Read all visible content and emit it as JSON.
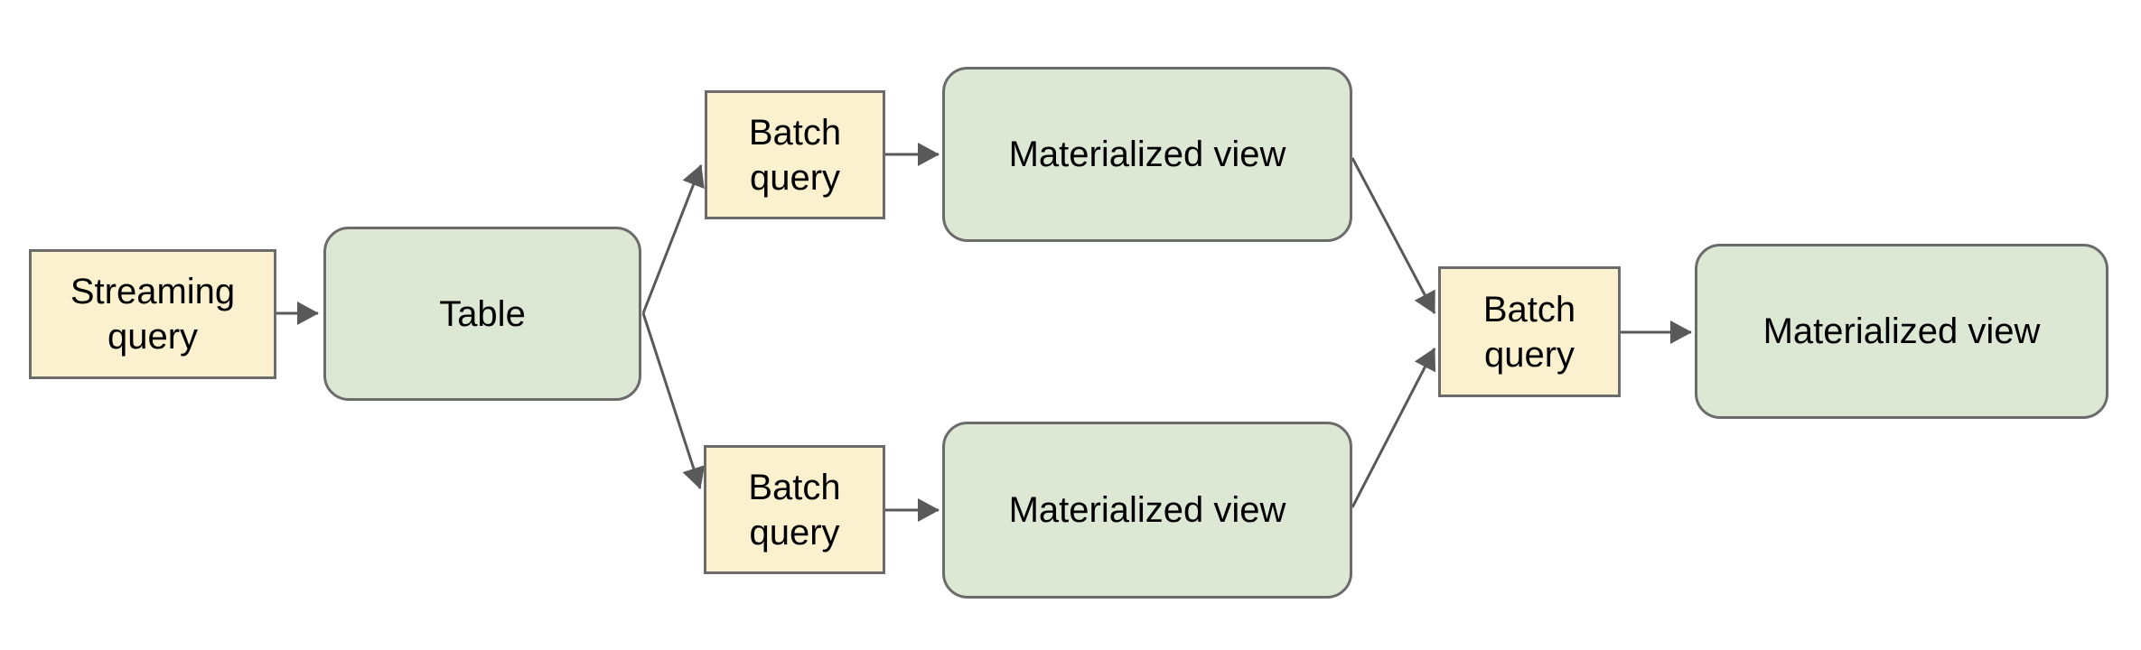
{
  "diagram": {
    "background_color": "#ffffff",
    "styles": {
      "query_fill": "#fbf1cf",
      "query_border": "#6b6b6b",
      "view_fill": "#dce8d4",
      "view_border": "#6b6b6b",
      "arrow_color": "#595959",
      "text_color": "#000000"
    },
    "nodes": [
      {
        "id": "streaming-query",
        "label": "Streaming query",
        "kind": "query"
      },
      {
        "id": "table",
        "label": "Table",
        "kind": "view"
      },
      {
        "id": "batch-query-top",
        "label": "Batch query",
        "kind": "query"
      },
      {
        "id": "materialized-view-top",
        "label": "Materialized view",
        "kind": "view"
      },
      {
        "id": "batch-query-bottom",
        "label": "Batch query",
        "kind": "query"
      },
      {
        "id": "materialized-view-bottom",
        "label": "Materialized view",
        "kind": "view"
      },
      {
        "id": "batch-query-merge",
        "label": "Batch query",
        "kind": "query"
      },
      {
        "id": "materialized-view-final",
        "label": "Materialized view",
        "kind": "view"
      }
    ],
    "edges": [
      {
        "from": "streaming-query",
        "to": "table"
      },
      {
        "from": "table",
        "to": "batch-query-top"
      },
      {
        "from": "table",
        "to": "batch-query-bottom"
      },
      {
        "from": "batch-query-top",
        "to": "materialized-view-top"
      },
      {
        "from": "batch-query-bottom",
        "to": "materialized-view-bottom"
      },
      {
        "from": "materialized-view-top",
        "to": "batch-query-merge"
      },
      {
        "from": "materialized-view-bottom",
        "to": "batch-query-merge"
      },
      {
        "from": "batch-query-merge",
        "to": "materialized-view-final"
      }
    ]
  }
}
